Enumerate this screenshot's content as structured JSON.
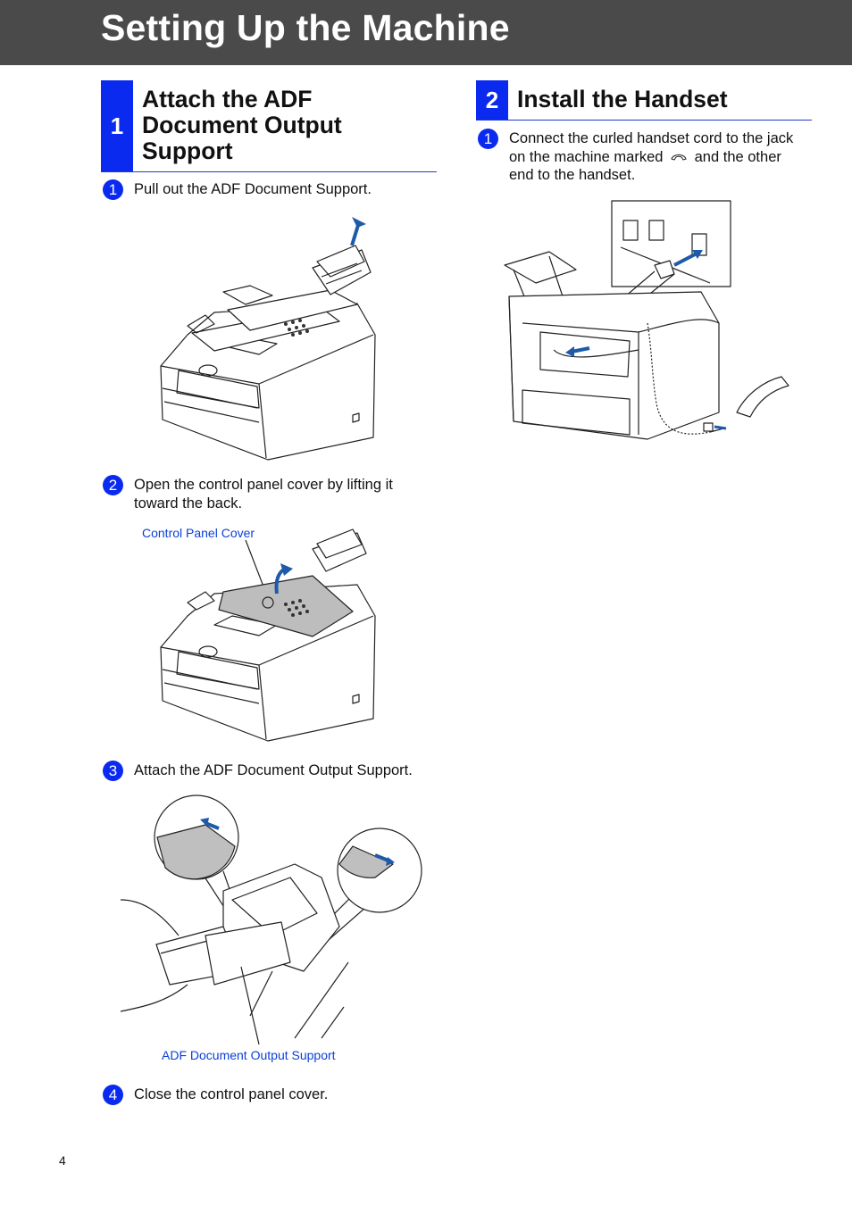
{
  "header": {
    "title": "Setting Up the Machine"
  },
  "section1": {
    "number": "1",
    "title_lines": [
      "Attach the ADF",
      "Document Output",
      "Support"
    ],
    "steps": [
      {
        "num": "1",
        "text": "Pull out the ADF Document Support."
      },
      {
        "num": "2",
        "text_lines": [
          "Open the control panel cover by lifting it",
          "toward the back."
        ]
      },
      {
        "num": "3",
        "text": "Attach the ADF Document Output Support."
      },
      {
        "num": "4",
        "text": "Close the control panel cover."
      }
    ],
    "callouts": {
      "control_panel_cover": "Control Panel Cover",
      "adf_output_support": "ADF Document Output Support"
    }
  },
  "section2": {
    "number": "2",
    "title": "Install the Handset",
    "steps": [
      {
        "num": "1",
        "line1": "Connect the curled handset cord to the jack",
        "line2_before": "on the machine marked",
        "line2_after": "and the other",
        "line3": "end to the handset."
      }
    ]
  },
  "page_number": "4",
  "colors": {
    "accent_blue": "#0a2af0",
    "header_gray": "#4a4a4a",
    "callout_blue": "#0a3fd6",
    "arrow_blue": "#1f5aa8"
  }
}
